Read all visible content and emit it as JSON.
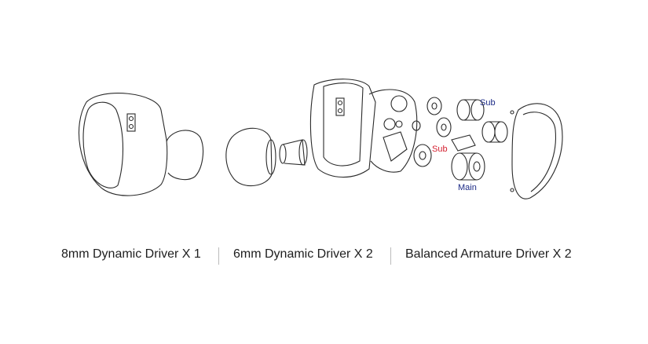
{
  "labels": {
    "sub_top": "Sub",
    "sub_left": "Sub",
    "main": "Main"
  },
  "colors": {
    "sub_top": "#1b2a86",
    "sub_left": "#d42030",
    "main": "#1b2a86",
    "line": "#2a2a2a"
  },
  "specs": [
    "8mm Dynamic Driver X 1",
    "6mm Dynamic Driver X 2",
    "Balanced Armature Driver X 2"
  ]
}
